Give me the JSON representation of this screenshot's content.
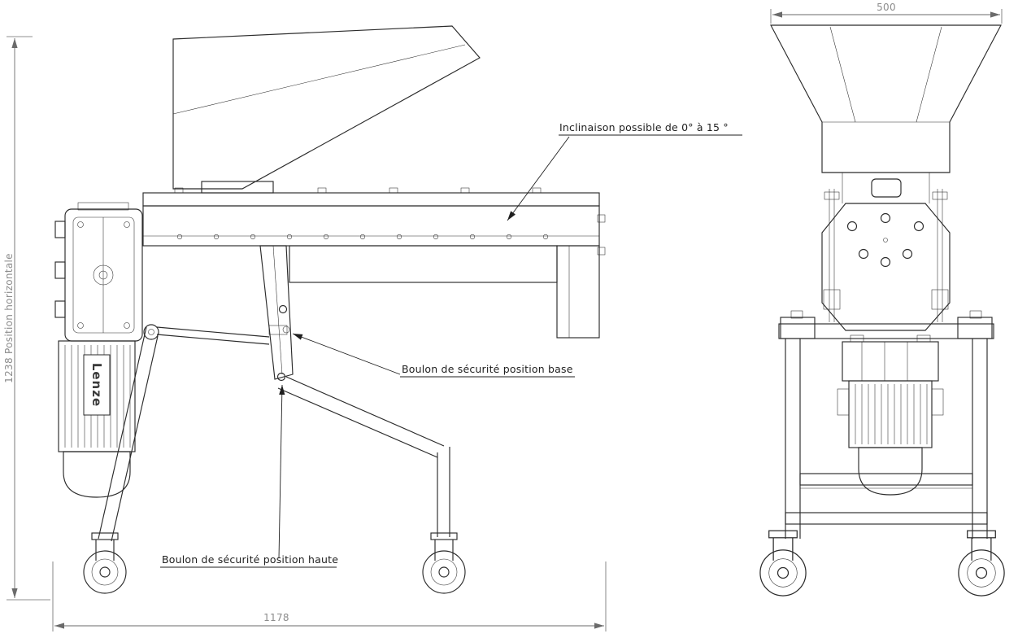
{
  "drawing": {
    "annotations": {
      "inclinaison": "Inclinaison possible de 0° à 15 °",
      "boulon_base": "Boulon de sécurité position base",
      "boulon_haute": "Boulon de sécurité position haute"
    },
    "dimensions": {
      "vertical_left": "1238 Position horizontale",
      "horizontal_bottom": "1178",
      "top_right": "500"
    },
    "labels": {
      "motor_brand": "Lenze"
    },
    "colors": {
      "line": "#2b2b2b",
      "dimension": "#8c8c8c",
      "annotation": "#1f1f1f",
      "background": "#ffffff"
    }
  }
}
